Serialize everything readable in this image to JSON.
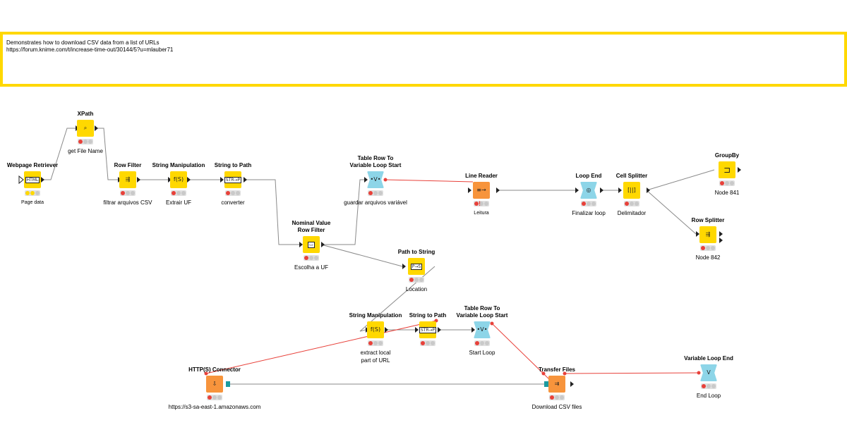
{
  "annotation": {
    "line1": "Demonstrates how to download CSV data from a list of URLs",
    "line2": "https://forum.knime.com/t/increase-time-out/30144/5?u=mlauber71"
  },
  "nodes": {
    "webpage_retriever": {
      "title": "Webpage Retriever",
      "label": "Page data"
    },
    "xpath": {
      "title": "XPath",
      "label": "get File Name"
    },
    "row_filter": {
      "title": "Row Filter",
      "label": "filtrar arquivos CSV"
    },
    "string_manipulation_1": {
      "title": "String Manipulation",
      "label": "Extrair UF"
    },
    "string_to_path_1": {
      "title": "String to Path",
      "label": "converter"
    },
    "nominal_value_row_filter": {
      "title_line1": "Nominal Value",
      "title_line2": "Row Filter",
      "label": "Escolha a UF"
    },
    "table_row_to_variable_loop_start_1": {
      "title_line1": "Table Row To",
      "title_line2": "Variable Loop Start",
      "label": "guardar arquivos variável"
    },
    "line_reader": {
      "title": "Line Reader",
      "label": "Leitura"
    },
    "loop_end": {
      "title": "Loop End",
      "label": "Finalizar loop"
    },
    "cell_splitter": {
      "title": "Cell Splitter",
      "label": "Delimitador"
    },
    "groupby": {
      "title": "GroupBy",
      "label": "Node 841"
    },
    "row_splitter": {
      "title": "Row Splitter",
      "label": "Node 842"
    },
    "path_to_string": {
      "title": "Path to String",
      "label": "Location"
    },
    "string_manipulation_2": {
      "title": "String Manipulation",
      "label_line1": "extract local",
      "label_line2": "part of URL"
    },
    "string_to_path_2": {
      "title": "String to Path"
    },
    "table_row_to_variable_loop_start_2": {
      "title_line1": "Table Row To",
      "title_line2": "Variable Loop Start",
      "label": "Start Loop"
    },
    "http_connector": {
      "title": "HTTP(S) Connector",
      "label": "https://s3-sa-east-1.amazonaws.com"
    },
    "transfer_files": {
      "title": "Transfer Files",
      "label": "Download CSV files"
    },
    "variable_loop_end": {
      "title": "Variable Loop End",
      "label": "End Loop"
    }
  },
  "icons": {
    "webpage_retriever": "HTML",
    "xpath": "⌕",
    "row_filter": "⇶",
    "string_manipulation": "f(S)",
    "string_to_path": "STR→P",
    "nominal_value_row_filter": "▭",
    "table_row_to_variable": "•V•",
    "line_reader": "≡→",
    "loop_end": "◎",
    "cell_splitter": "[||]",
    "groupby": "⊐",
    "row_splitter": "⇶",
    "path_to_string": "P→S",
    "http_connector": "⇩",
    "transfer_files": "⇉",
    "variable_loop_end": "V"
  },
  "colors": {
    "annotation_border": "#ffd800",
    "manipulator": "#ffd800",
    "io": "#f7943c",
    "loop": "#8dd5e8",
    "flow_variable": "#e8413a"
  }
}
